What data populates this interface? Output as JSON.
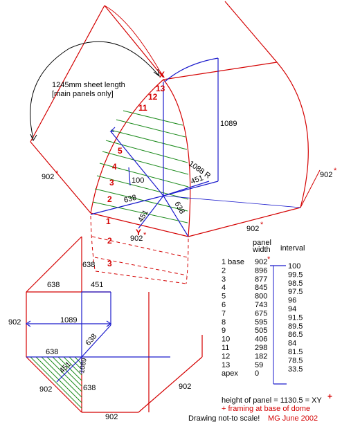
{
  "colors": {
    "frame": "#d40000",
    "cut": "#1a1acc",
    "panel": "#1a8a1a",
    "text": "#000000"
  },
  "sheet_note": {
    "line1": "1245mm sheet length",
    "line2": "[main panels only]"
  },
  "points": {
    "x": "X",
    "y": "Y"
  },
  "rows": [
    "1",
    "2",
    "3",
    "5",
    "4",
    "11",
    "12",
    "13"
  ],
  "dims_top": {
    "d1089": "1089",
    "d1088r": "1088 R",
    "d451a": "451",
    "d100": "100",
    "d638a": "638",
    "d638b": "638",
    "d451b": "451",
    "d902_left": "902",
    "d902_right": "902",
    "d902_bottom": "902",
    "d902_y": "902"
  },
  "dims_plan": {
    "d638_top": "638",
    "d638_left": "638",
    "d451": "451",
    "d902_left": "902",
    "d1089": "1089",
    "d638_diag": "638",
    "d638_mid": "638",
    "d451_diag": "451",
    "d1089_vert": "1089",
    "d638_low": "638",
    "d902_low": "902",
    "d902_bottom": "902",
    "d902_right": "902"
  },
  "star": "*",
  "table": {
    "header_panel": "panel",
    "header_width": "width",
    "header_interval": "interval",
    "rows": [
      {
        "label": "1 base",
        "width": "902",
        "star": "*"
      },
      {
        "label": "2",
        "width": "896"
      },
      {
        "label": "3",
        "width": "877"
      },
      {
        "label": "4",
        "width": "845"
      },
      {
        "label": "5",
        "width": "800"
      },
      {
        "label": "6",
        "width": "743"
      },
      {
        "label": "7",
        "width": "675"
      },
      {
        "label": "8",
        "width": "595"
      },
      {
        "label": "9",
        "width": "505"
      },
      {
        "label": "10",
        "width": "406"
      },
      {
        "label": "11",
        "width": "298"
      },
      {
        "label": "12",
        "width": "182"
      },
      {
        "label": "13",
        "width": "59"
      },
      {
        "label": "apex",
        "width": "0"
      }
    ],
    "intervals": [
      "100",
      "99.5",
      "98.5",
      "97.5",
      "96",
      "94",
      "91.5",
      "89.5",
      "86.5",
      "84",
      "81.5",
      "78.5",
      "33.5"
    ]
  },
  "footer": {
    "height_text": "height of panel  =  1130.5 = XY",
    "framing_note": "+ framing at base of dome",
    "not_to_scale": "Drawing not-to scale!",
    "credit": "MG June 2002"
  }
}
